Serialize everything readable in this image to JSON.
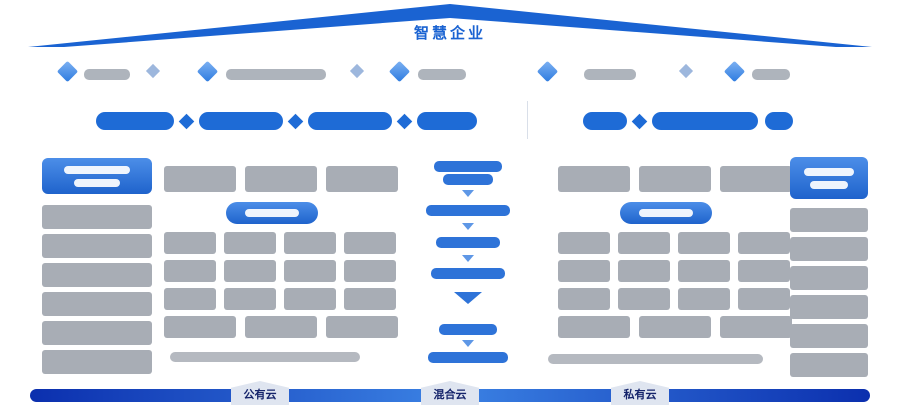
{
  "title": "智慧企业",
  "clouds": [
    "公有云",
    "混合云",
    "私有云"
  ],
  "colors": {
    "roof_blue": "#1a63d2",
    "accent_blue": "#1e6bd6",
    "module_gray": "#a8adb5",
    "bar_dark_blue": "#0b2fae",
    "bar_light_blue": "#3b82e4",
    "badge_bg": "#dfe5f0",
    "badge_text": "#15246b"
  },
  "icons": {
    "capability_icon": "cube-icon",
    "separator": "diamond-separator-icon",
    "flow_arrow": "down-arrow-icon"
  }
}
